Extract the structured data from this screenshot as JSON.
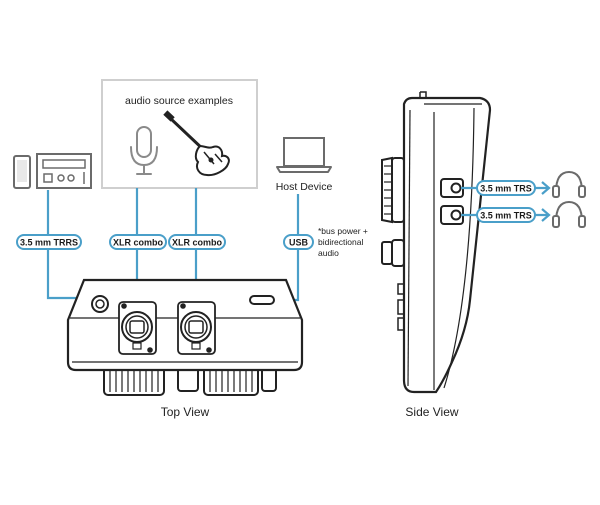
{
  "source_box": {
    "title": "audio source examples"
  },
  "host": {
    "label": "Host Device"
  },
  "connectors": {
    "trrs": "3.5 mm TRRS",
    "xlr1": "XLR combo",
    "xlr2": "XLR combo",
    "usb": "USB",
    "trs1": "3.5 mm TRS",
    "trs2": "3.5 mm TRS"
  },
  "usb_note": {
    "line1": "*bus power +",
    "line2": "bidirectional",
    "line3": "audio"
  },
  "views": {
    "top": "Top View",
    "side": "Side View"
  },
  "icons": [
    "phone-icon",
    "radio-icon",
    "microphone-icon",
    "guitar-icon",
    "laptop-icon",
    "headphones-icon",
    "headphones-icon"
  ],
  "colors": {
    "accent": "#4a9fc9",
    "outline": "#222222",
    "box_border": "#cfcfcf",
    "icon_gray": "#8a8a8a"
  }
}
